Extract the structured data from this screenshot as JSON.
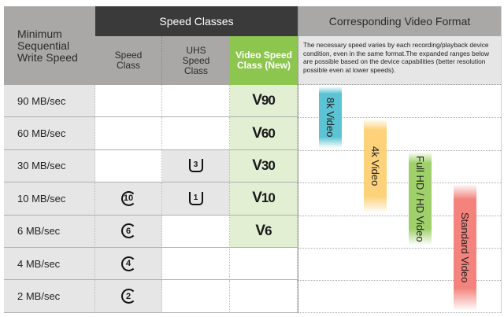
{
  "header": {
    "min_speed": "Minimum Sequential Write Speed",
    "speed_classes": "Speed Classes",
    "speed_class": "Speed Class",
    "uhs_speed_class": "UHS Speed Class",
    "video_speed_class": "Video Speed Class (New)",
    "video_format": "Corresponding Video Format"
  },
  "note": "The necessary speed varies by each recording/playback device condition, even in the same format.The expanded ranges below are possible based on the device capabilities (better resolution possible even at lower speeds).",
  "rows": [
    {
      "speed": "90 MB/sec",
      "sc": "",
      "uhs": "",
      "v": "90"
    },
    {
      "speed": "60 MB/sec",
      "sc": "",
      "uhs": "",
      "v": "60"
    },
    {
      "speed": "30 MB/sec",
      "sc": "",
      "uhs": "3",
      "v": "30"
    },
    {
      "speed": "10 MB/sec",
      "sc": "10",
      "uhs": "1",
      "v": "10"
    },
    {
      "speed": "6 MB/sec",
      "sc": "6",
      "uhs": "",
      "v": "6"
    },
    {
      "speed": "4 MB/sec",
      "sc": "4",
      "uhs": "",
      "v": ""
    },
    {
      "speed": "2 MB/sec",
      "sc": "2",
      "uhs": "",
      "v": ""
    }
  ],
  "formats": [
    {
      "label": "8k Video",
      "from": "90 MB/sec",
      "to": "60 MB/sec",
      "color": "#5bc3d3"
    },
    {
      "label": "4k Video",
      "from": "60 MB/sec",
      "to": "10 MB/sec",
      "color": "#fdd27a"
    },
    {
      "label": "Full HD / HD Video",
      "from": "30 MB/sec",
      "to": "6 MB/sec",
      "color": "#9fd06a"
    },
    {
      "label": "Standard Video",
      "from": "10 MB/sec",
      "to": "2 MB/sec",
      "color": "#f3837c"
    }
  ],
  "colors": {
    "green": "#8dc64f",
    "light_green": "#e2efd3",
    "gray": "#e6e6e6"
  }
}
